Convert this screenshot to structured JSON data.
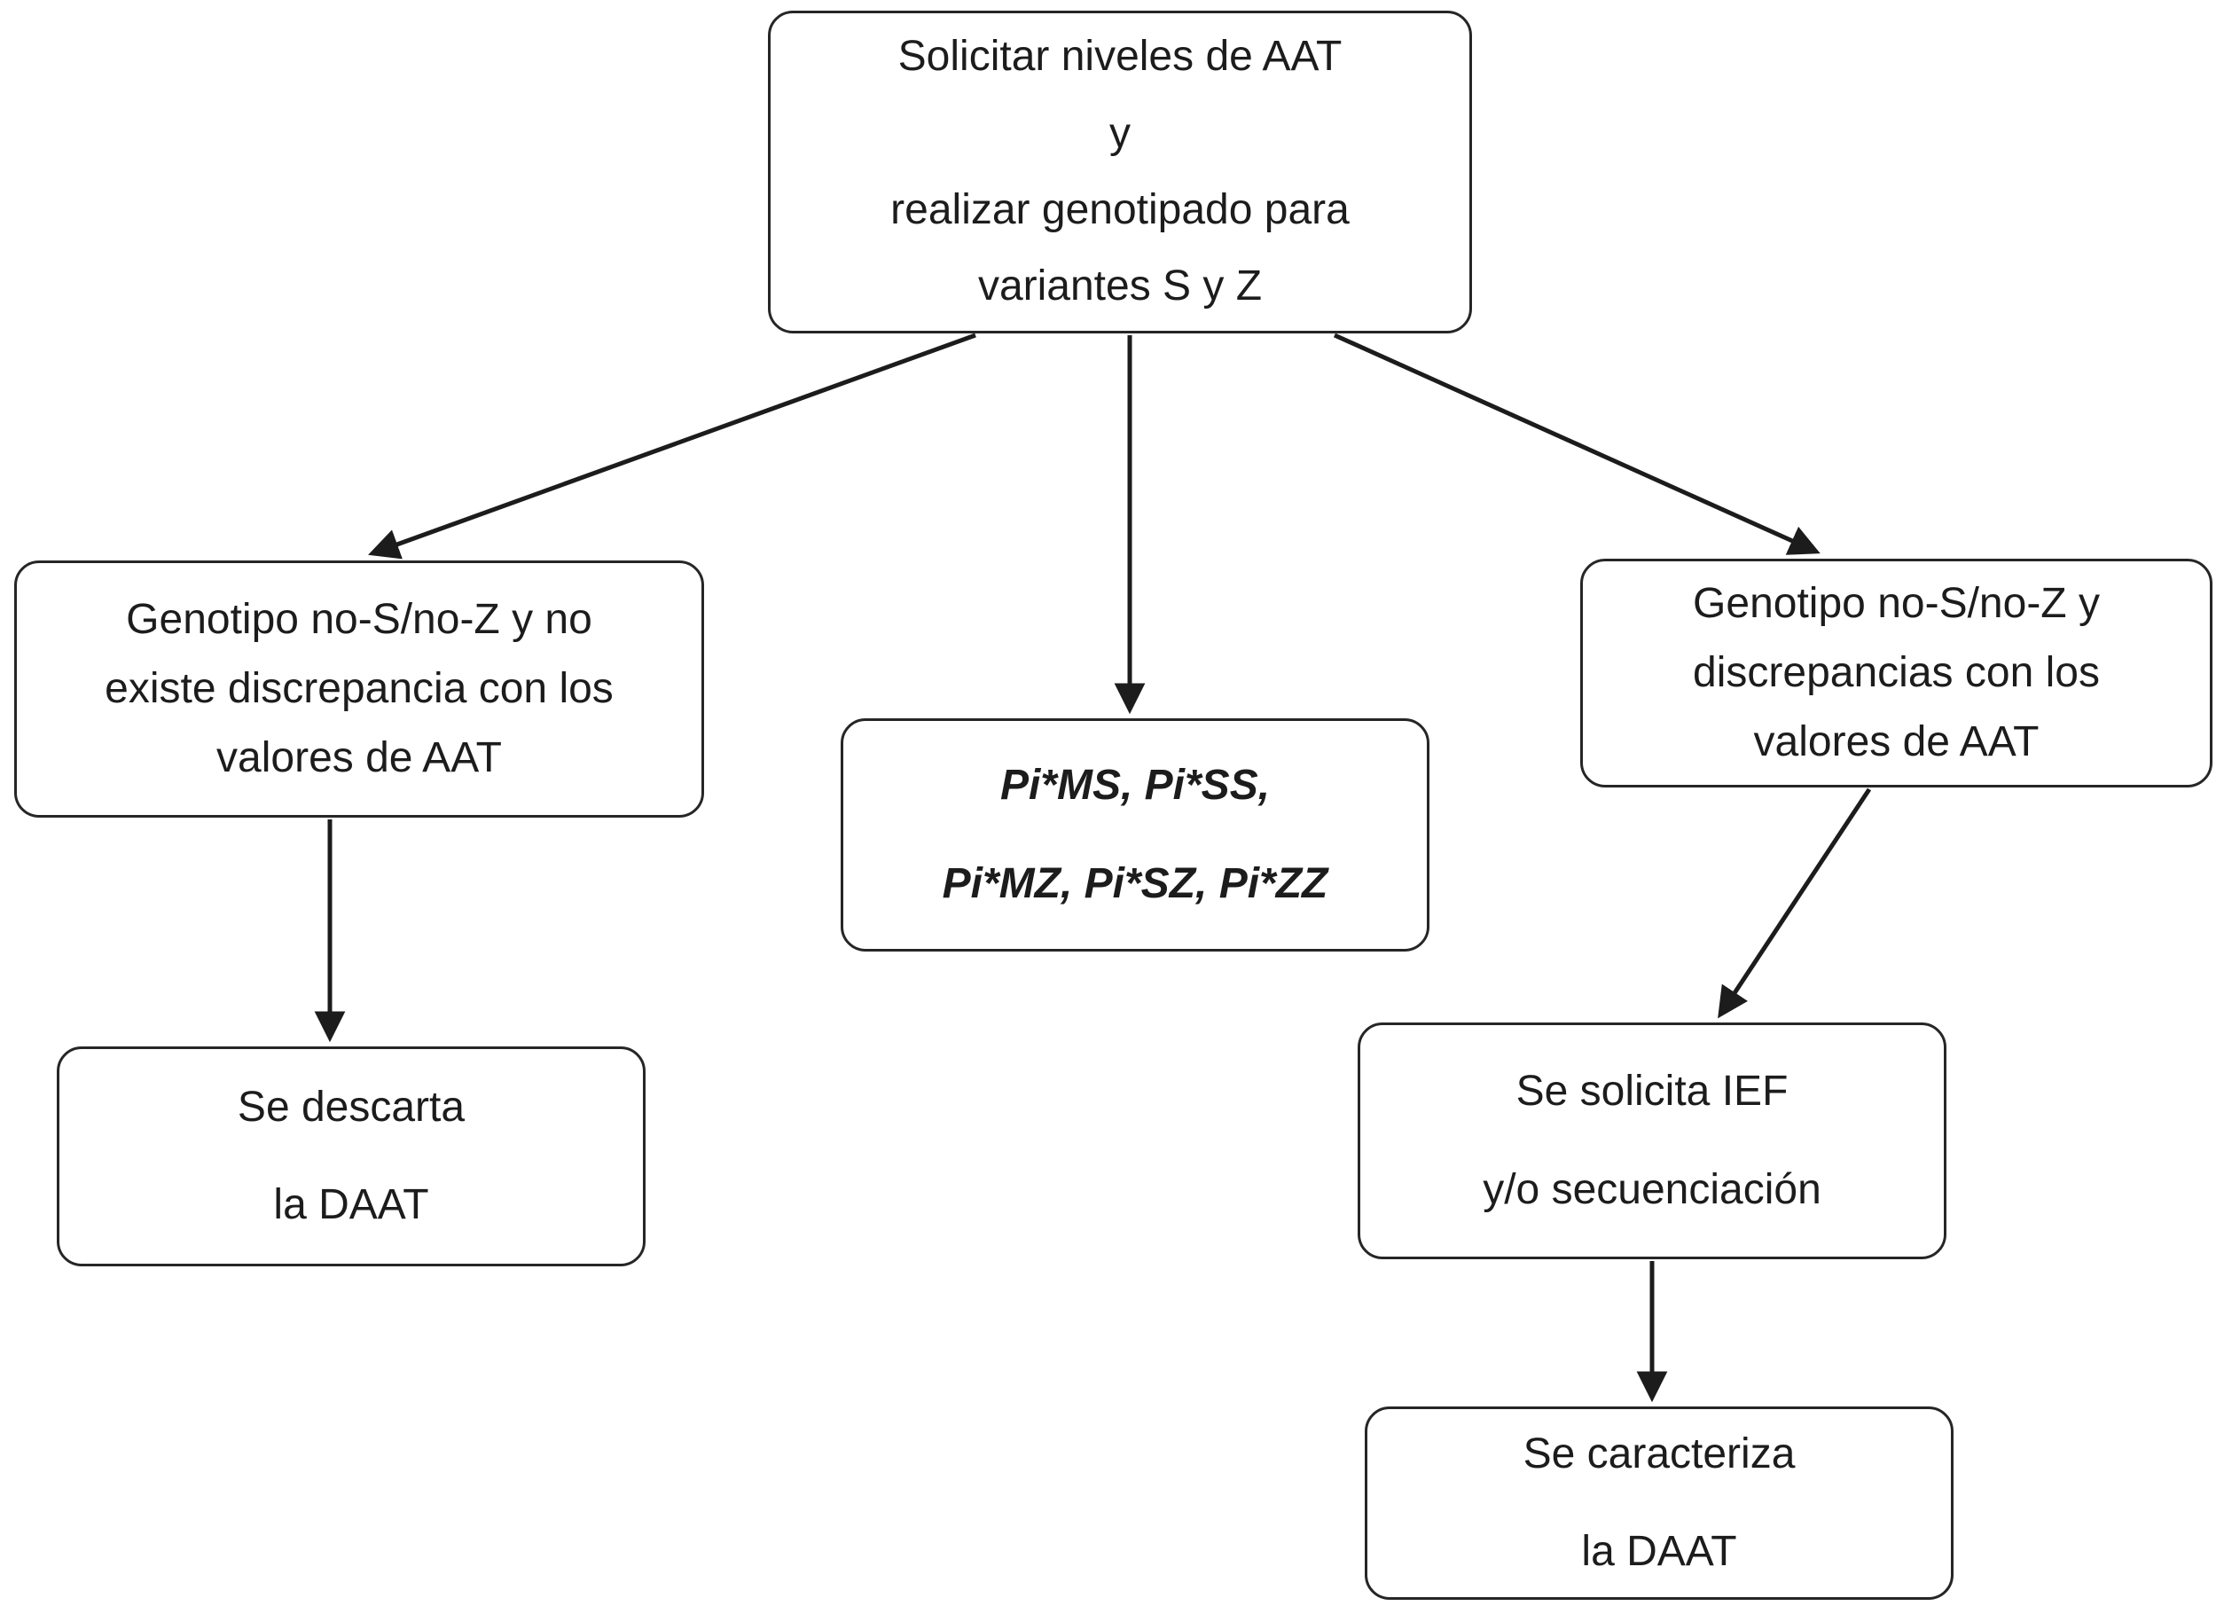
{
  "colors": {
    "background": "#ffffff",
    "box_border": "#262626",
    "text": "#1c1c1c",
    "arrow": "#1c1c1c"
  },
  "nodes": {
    "root": {
      "lines": [
        "Solicitar niveles de AAT",
        "y",
        "realizar genotipado para",
        "variantes S y Z"
      ]
    },
    "left": {
      "lines": [
        "Genotipo no-S/no-Z y no",
        "existe discrepancia con los",
        "valores de AAT"
      ]
    },
    "center": {
      "lines": [
        "Pi*MS, Pi*SS,",
        "Pi*MZ, Pi*SZ, Pi*ZZ"
      ],
      "style": "italic"
    },
    "right": {
      "lines": [
        "Genotipo no-S/no-Z y",
        "discrepancias con los",
        "valores de AAT"
      ]
    },
    "left_outcome": {
      "lines": [
        "Se descarta",
        "la DAAT"
      ]
    },
    "right_action": {
      "lines": [
        "Se solicita IEF",
        "y/o secuenciación"
      ]
    },
    "right_outcome": {
      "lines": [
        "Se caracteriza",
        "la DAAT"
      ]
    }
  },
  "edges": [
    {
      "from": "root",
      "to": "left"
    },
    {
      "from": "root",
      "to": "center"
    },
    {
      "from": "root",
      "to": "right"
    },
    {
      "from": "left",
      "to": "left_outcome"
    },
    {
      "from": "right",
      "to": "right_action"
    },
    {
      "from": "right_action",
      "to": "right_outcome"
    }
  ]
}
